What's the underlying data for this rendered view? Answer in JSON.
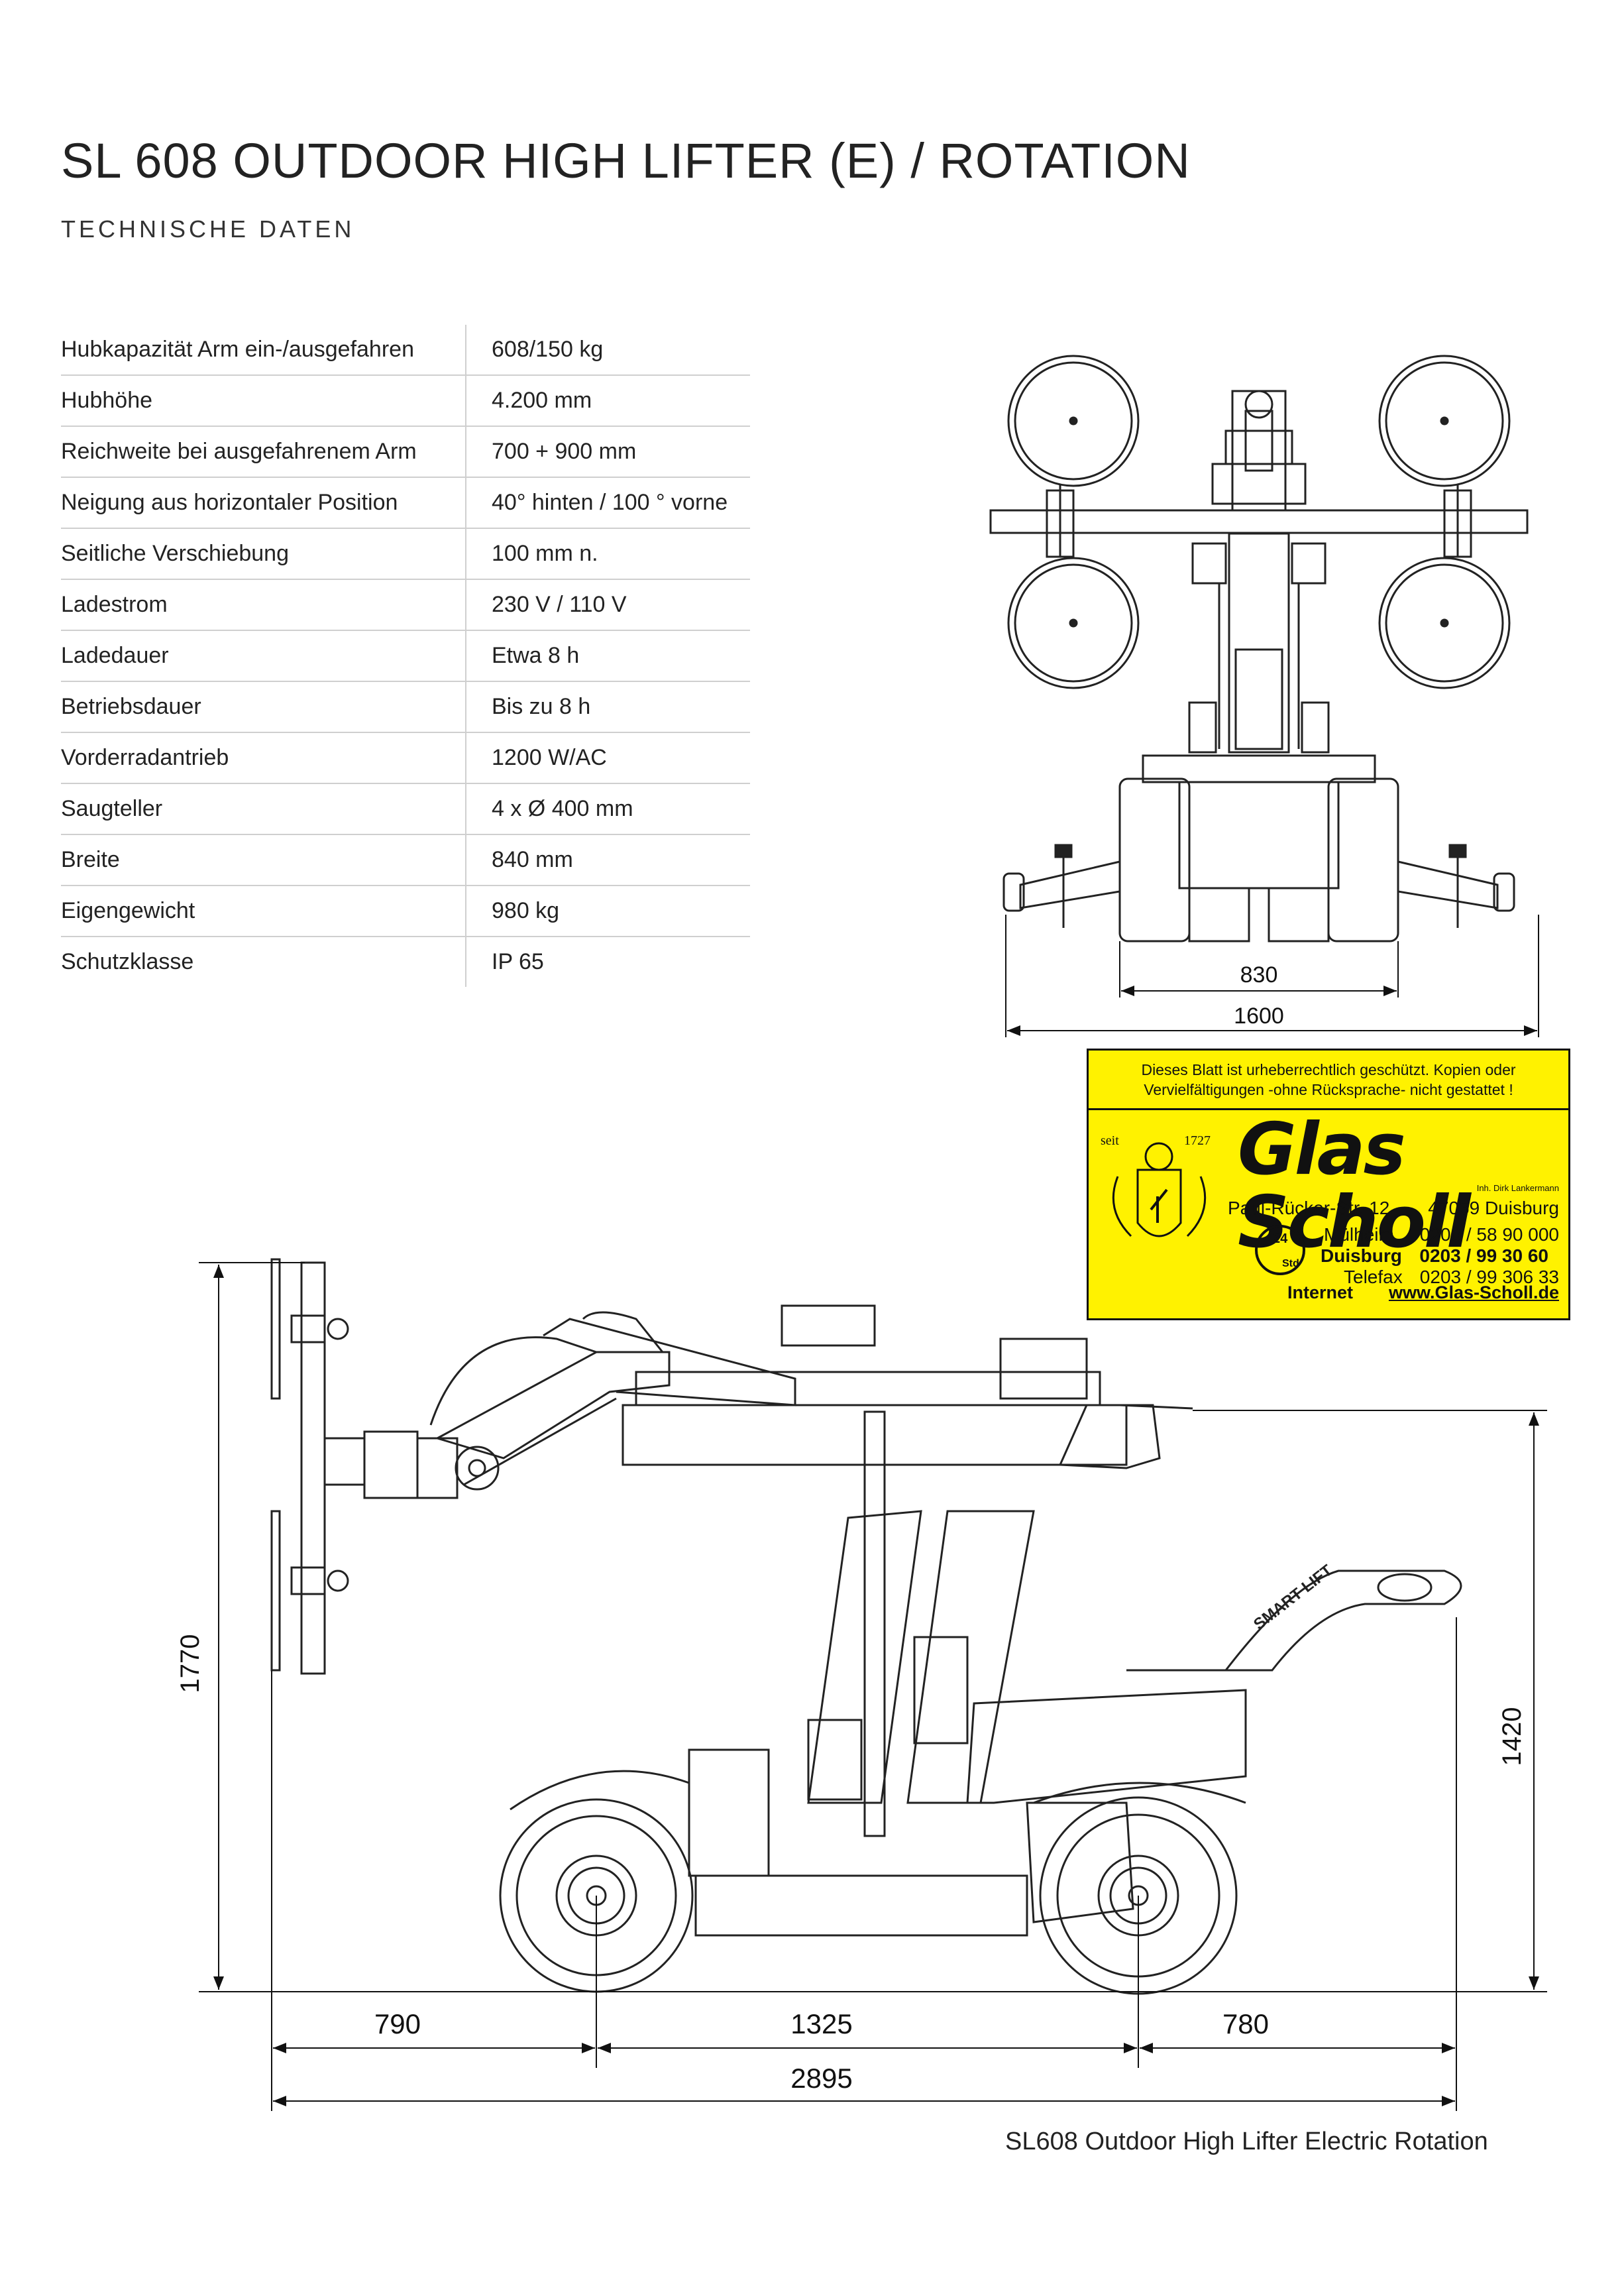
{
  "header": {
    "title": "SL 608 OUTDOOR HIGH LIFTER (E) / ROTATION",
    "subtitle": "TECHNISCHE DATEN"
  },
  "specs": [
    {
      "label": "Hubkapazität Arm ein-/ausgefahren",
      "value": "608/150 kg"
    },
    {
      "label": "Hubhöhe",
      "value": "4.200 mm"
    },
    {
      "label": "Reichweite bei ausgefahrenem Arm",
      "value": "700 + 900 mm"
    },
    {
      "label": "Neigung aus horizontaler Position",
      "value": "40° hinten / 100 ° vorne"
    },
    {
      "label": "Seitliche Verschiebung",
      "value": "100 mm n."
    },
    {
      "label": "Ladestrom",
      "value": "230 V / 110 V"
    },
    {
      "label": "Ladedauer",
      "value": "Etwa 8 h"
    },
    {
      "label": "Betriebsdauer",
      "value": "Bis zu 8 h"
    },
    {
      "label": "Vorderradantrieb",
      "value": "1200 W/AC"
    },
    {
      "label": "Saugteller",
      "value": "4 x Ø 400 mm"
    },
    {
      "label": "Breite",
      "value": "840 mm"
    },
    {
      "label": "Eigengewicht",
      "value": "980 kg"
    },
    {
      "label": "Schutzklasse",
      "value": "IP 65"
    }
  ],
  "front_view": {
    "dim_inner": "830",
    "dim_outer": "1600"
  },
  "side_view": {
    "decal": "SMART LIFT",
    "dim_height_total": "1770",
    "dim_height_tail": "1420",
    "dim_front": "790",
    "dim_wheelbase": "1325",
    "dim_rear": "780",
    "dim_length": "2895"
  },
  "stamp": {
    "notice_line1": "Dieses Blatt ist urheberrechtlich geschützt. Kopien oder",
    "notice_line2": "Vervielfältigungen -ohne Rücksprache- nicht gestattet !",
    "seit": "seit",
    "year": "1727",
    "brand": "Glas Scholl",
    "owner": "Inh. Dirk Lankermann",
    "street": "Paul-Rücker-Str. 12",
    "city": "47059 Duisburg",
    "badge_24": "24",
    "badge_std": "Std",
    "phone1_label": "Mülheim",
    "phone1": "0208 / 58 90 000",
    "phone2_label": "Duisburg",
    "phone2": "0203 / 99 30 60",
    "fax_label": "Telefax",
    "fax": "0203 / 99 306 33",
    "internet_label": "Internet",
    "url": "www.Glas-Scholl.de",
    "colors": {
      "background": "#fff200",
      "ink": "#111111"
    }
  },
  "footer": {
    "caption": "SL608 Outdoor High Lifter Electric Rotation"
  }
}
